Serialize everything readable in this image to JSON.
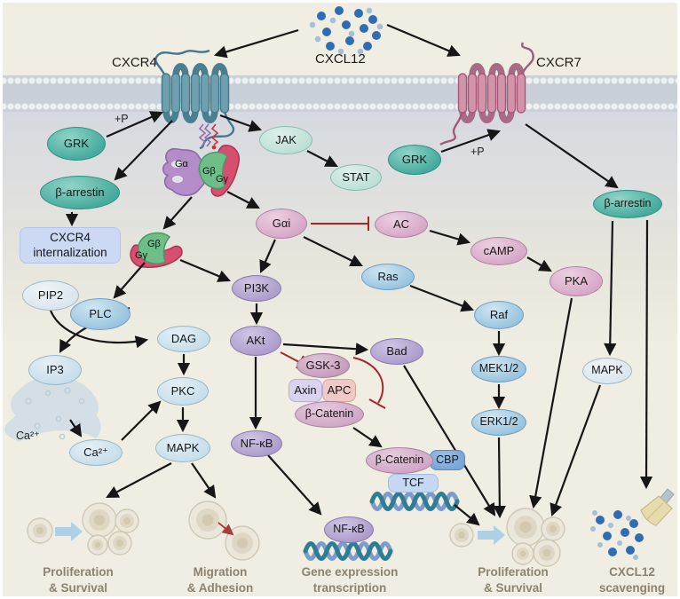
{
  "ligand": {
    "label": "CXCL12"
  },
  "receptors": {
    "cxcr4": {
      "label": "CXCR4"
    },
    "cxcr7": {
      "label": "CXCR7"
    }
  },
  "labels": {
    "plus_p_left": "+P",
    "plus_p_right": "+P",
    "ca_er": "Ca²⁺"
  },
  "gprotein": {
    "alpha": "Gα",
    "beta": "Gβ",
    "gamma": "Gγ",
    "beta2": "Gβ",
    "gamma2": "Gγ"
  },
  "nodes": {
    "grk_left": {
      "label": "GRK"
    },
    "b_arrestin_left": {
      "label": "β-arrestin"
    },
    "internalization": {
      "line1": "CXCR4",
      "line2": "internalization"
    },
    "jak": {
      "label": "JAK"
    },
    "stat": {
      "label": "STAT"
    },
    "grk_right": {
      "label": "GRK"
    },
    "b_arrestin_right": {
      "label": "β-arrestin"
    },
    "g_alpha_i": {
      "label": "Gαi"
    },
    "ac": {
      "label": "AC"
    },
    "camp": {
      "label": "cAMP"
    },
    "pka": {
      "label": "PKA"
    },
    "pip2": {
      "label": "PIP2"
    },
    "plc": {
      "label": "PLC"
    },
    "dag": {
      "label": "DAG"
    },
    "ip3": {
      "label": "IP3"
    },
    "ca_ion": {
      "label": "Ca²⁺"
    },
    "pkc": {
      "label": "PKC"
    },
    "mapk_left": {
      "label": "MAPK"
    },
    "pi3k": {
      "label": "PI3K"
    },
    "akt": {
      "label": "AKt"
    },
    "bad": {
      "label": "Bad"
    },
    "gsk3": {
      "label": "GSK-3"
    },
    "axin": {
      "label": "Axin"
    },
    "apc": {
      "label": "APC"
    },
    "b_catenin": {
      "label": "β-Catenin"
    },
    "nfkb_upper": {
      "label": "NF-κB"
    },
    "b_catenin2": {
      "label": "β-Catenin"
    },
    "cbp": {
      "label": "CBP"
    },
    "tcf": {
      "label": "TCF"
    },
    "nfkb_dna": {
      "label": "NF-κB"
    },
    "ras": {
      "label": "Ras"
    },
    "raf": {
      "label": "Raf"
    },
    "mek": {
      "label": "MEK1/2"
    },
    "erk": {
      "label": "ERK1/2"
    },
    "mapk_right": {
      "label": "MAPK"
    }
  },
  "outcomes": [
    {
      "line1": "Proliferation",
      "line2": "& Survival"
    },
    {
      "line1": "Migration",
      "line2": "& Adhesion"
    },
    {
      "line1": "Gene expression",
      "line2": "transcription"
    },
    {
      "line1": "Proliferation",
      "line2": "& Survival"
    },
    {
      "line1": "CXCL12",
      "line2": "scavenging"
    }
  ],
  "colors": {
    "black_arrow": "#161616",
    "inhibition_red": "#a62626",
    "ligand_dark": "#2f6cb3",
    "ligand_light": "#a9bdd6",
    "outcome_text": "#8b8270",
    "cxcr4_teal": "#6fa0b0",
    "cxcr7_pink": "#d394aa"
  }
}
